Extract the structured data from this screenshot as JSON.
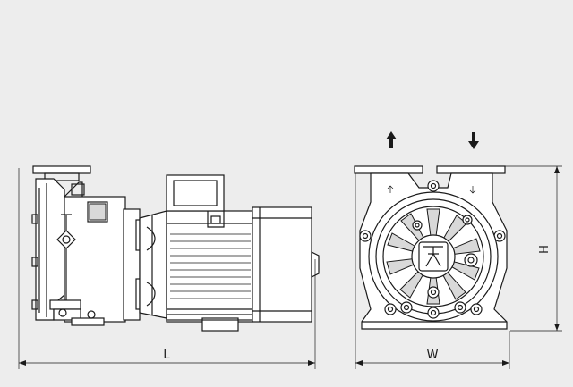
{
  "dimensions": {
    "length_label": "L",
    "width_label": "W",
    "height_label": "H"
  },
  "icons": {
    "outlet_arrow": "arrow-up-icon",
    "inlet_arrow": "arrow-down-icon",
    "logo": "brand-logo-icon"
  },
  "colors": {
    "background": "#ededed",
    "line": "#1a1a1a"
  }
}
